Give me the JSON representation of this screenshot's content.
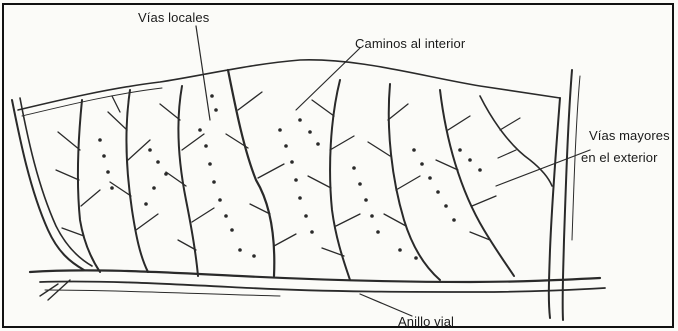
{
  "labels": {
    "local_roads": "Vías locales",
    "interior_paths": "Caminos al interior",
    "major_roads_line1": "Vías mayores",
    "major_roads_line2": "en el exterior",
    "ring_road": "Anillo vial"
  },
  "colors": {
    "ink": "#2a2a2a",
    "paper": "#fbfbf8"
  }
}
